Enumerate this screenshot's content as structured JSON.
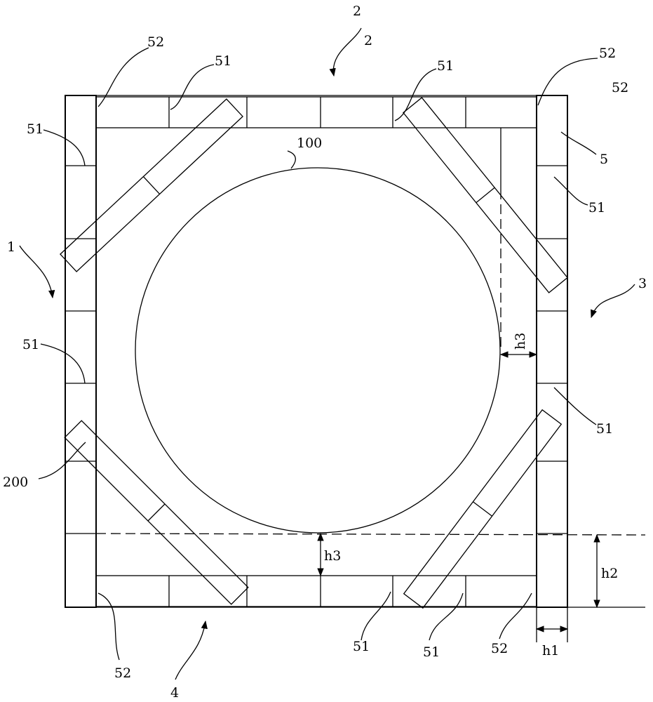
{
  "labels": {
    "side_top_a": "2",
    "side_top_b": "2",
    "side_left": "1",
    "side_right": "3",
    "side_bottom": "4",
    "block": "5",
    "circle": "100",
    "bar": "200",
    "joint": "51",
    "corner": "52",
    "dim_h1": "h1",
    "dim_h2": "h2",
    "dim_h3": "h3"
  },
  "colors": {
    "line": "#000000",
    "background": "#ffffff"
  }
}
